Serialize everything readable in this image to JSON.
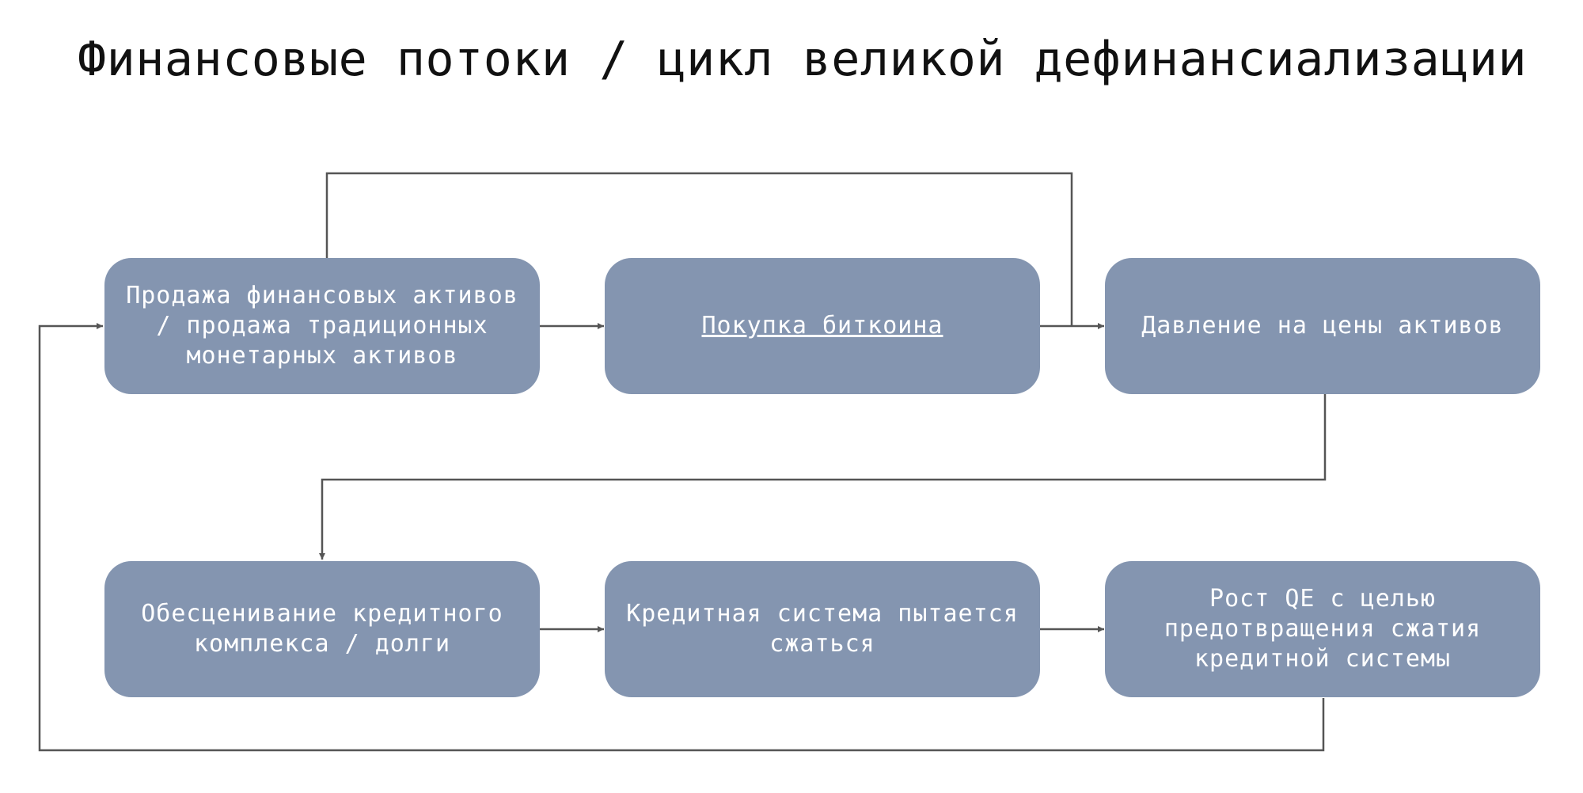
{
  "title": "Финансовые потоки / цикл великой дефинансиализации",
  "nodes": [
    {
      "id": "sell-financial-assets",
      "label": "Продажа финансовых активов / продажа традиционных монетарных активов"
    },
    {
      "id": "buy-bitcoin",
      "label": "Покупка биткоина",
      "is_link": true
    },
    {
      "id": "asset-price-pressure",
      "label": "Давление на цены активов"
    },
    {
      "id": "credit-devaluation",
      "label": "Обесценивание кредитного комплекса / долги"
    },
    {
      "id": "credit-contraction",
      "label": "Кредитная система пытается сжаться"
    },
    {
      "id": "qe-growth",
      "label": "Рост QE с целью предотвращения сжатия кредитной системы"
    }
  ],
  "edges": [
    {
      "from": "sell-financial-assets",
      "to": "buy-bitcoin"
    },
    {
      "from": "buy-bitcoin",
      "to": "asset-price-pressure"
    },
    {
      "from": "sell-financial-assets",
      "to": "asset-price-pressure"
    },
    {
      "from": "asset-price-pressure",
      "to": "credit-devaluation"
    },
    {
      "from": "credit-devaluation",
      "to": "credit-contraction"
    },
    {
      "from": "credit-contraction",
      "to": "qe-growth"
    },
    {
      "from": "qe-growth",
      "to": "sell-financial-assets"
    }
  ],
  "colors": {
    "node_fill": "#8495b0",
    "node_text": "#ffffff",
    "connector": "#555555",
    "title_text": "#111111"
  }
}
